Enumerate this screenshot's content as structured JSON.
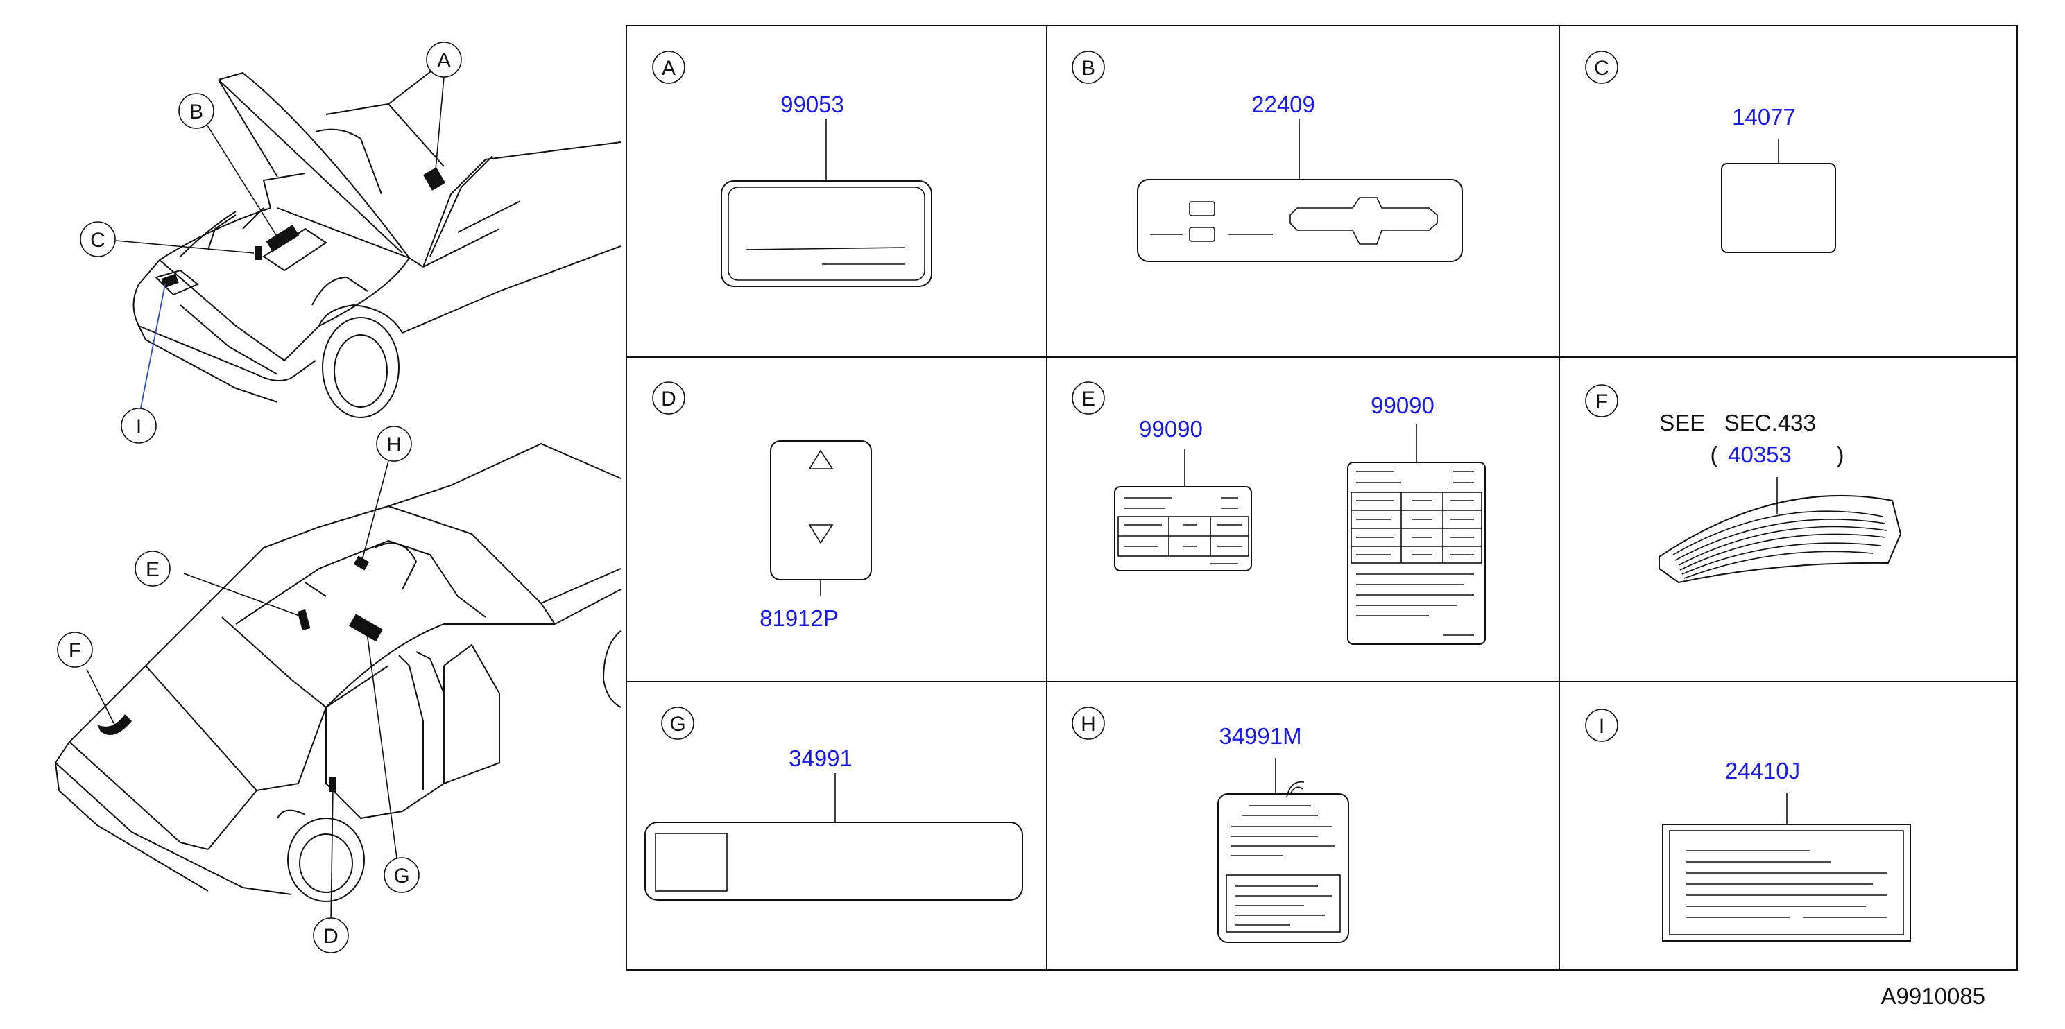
{
  "diagram_id": "A9910085",
  "panels": [
    {
      "letter": "A",
      "part_number": "99053"
    },
    {
      "letter": "B",
      "part_number": "22409"
    },
    {
      "letter": "C",
      "part_number": "14077"
    },
    {
      "letter": "D",
      "part_number": "81912P"
    },
    {
      "letter": "E",
      "part_numbers": [
        "99090",
        "99090"
      ]
    },
    {
      "letter": "F",
      "note": "SEE   SEC.433",
      "part_number": "40353",
      "paren_open": "(",
      "paren_close": ")"
    },
    {
      "letter": "G",
      "part_number": "34991"
    },
    {
      "letter": "H",
      "part_number": "34991M"
    },
    {
      "letter": "I",
      "part_number": "24410J"
    }
  ],
  "car_callouts": [
    "A",
    "B",
    "C",
    "I",
    "H",
    "E",
    "F",
    "G",
    "D"
  ],
  "colors": {
    "part_number": "#1a1ae6",
    "line": "#111111",
    "background": "#ffffff"
  }
}
